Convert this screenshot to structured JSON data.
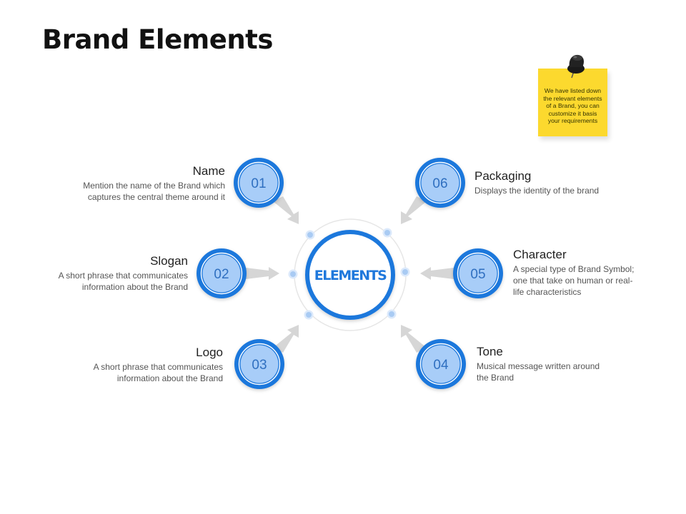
{
  "page": {
    "title": "Brand Elements"
  },
  "colors": {
    "ring_blue": "#1f78dc",
    "inner_fill": "#a8cdf8",
    "number_text": "#2f6fc0",
    "arrow_gray": "#d6d6d6",
    "note_yellow": "#fcd92e"
  },
  "center": {
    "label": "ELEMENTS"
  },
  "items": [
    {
      "number": "01",
      "title": "Name",
      "description_lines": [
        "Mention the name of the Brand which",
        "captures the central theme around it"
      ]
    },
    {
      "number": "02",
      "title": "Slogan",
      "description_lines": [
        "A short phrase that communicates",
        "information about the Brand"
      ]
    },
    {
      "number": "03",
      "title": "Logo",
      "description_lines": [
        "A short phrase that communicates",
        "information about the Brand"
      ]
    },
    {
      "number": "04",
      "title": "Tone",
      "description_lines": [
        "Musical message written around",
        "the Brand"
      ]
    },
    {
      "number": "05",
      "title": "Character",
      "description_lines": [
        "A special type of Brand Symbol;",
        "one that take on human or real-",
        "life characteristics"
      ]
    },
    {
      "number": "06",
      "title": "Packaging",
      "description_lines": [
        "Displays the identity of the brand"
      ]
    }
  ],
  "sticky_note": {
    "lines": [
      "We have listed down",
      "the relevant elements",
      "of a Brand, you can",
      "customize it basis",
      "your requirements"
    ]
  }
}
